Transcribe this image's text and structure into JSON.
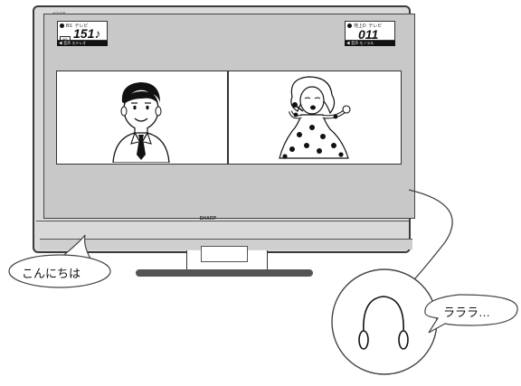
{
  "tv": {
    "brand": "SHARP",
    "model": "AQUOS"
  },
  "left_channel": {
    "band": "BS",
    "type": "テレビ",
    "icon_label": "BS",
    "number": "151♪",
    "audio_label": "音声",
    "audio_mode": "ステレオ"
  },
  "right_channel": {
    "band": "地上D",
    "type": "テレビ",
    "number": "011",
    "audio_label": "音声",
    "audio_mode": "モノラル"
  },
  "bubbles": {
    "speaker": "こんにちは",
    "headphones": "ラララ…"
  }
}
